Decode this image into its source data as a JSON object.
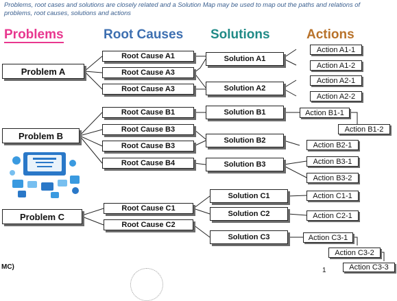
{
  "intro": "Problems, root cases and solutions are closely related and a Solution Map may be used to map out the paths and relations of problems, root causes, solutions and actions",
  "headers": {
    "problems": "Problems",
    "root_causes": "Root Causes",
    "solutions": "Solutions",
    "actions": "Actions"
  },
  "colors": {
    "problems": "#e8378f",
    "root_causes": "#3d6fb0",
    "solutions": "#1f8a86",
    "actions": "#b8722a"
  },
  "problems": [
    "Problem A",
    "Problem B",
    "Problem C"
  ],
  "root_causes": [
    "Root Cause A1",
    "Root Cause A3",
    "Root Cause A3",
    "Root Cause B1",
    "Root Cause B3",
    "Root Cause B3",
    "Root Cause B4",
    "Root Cause C1",
    "Root Cause C2"
  ],
  "solutions": [
    "Solution A1",
    "Solution A2",
    "Solution B1",
    "Solution B2",
    "Solution B3",
    "Solution C1",
    "Solution C2",
    "Solution C3"
  ],
  "actions": [
    "Action A1-1",
    "Action A1-2",
    "Action A2-1",
    "Action A2-2",
    "Action B1-1",
    "Action B1-2",
    "Action B2-1",
    "Action B3-1",
    "Action B3-2",
    "Action C1-1",
    "Action C2-1",
    "Action C3-1",
    "Action C3-2",
    "Action C3-3"
  ],
  "footer": {
    "mc": "MC)",
    "page_number": "1"
  }
}
